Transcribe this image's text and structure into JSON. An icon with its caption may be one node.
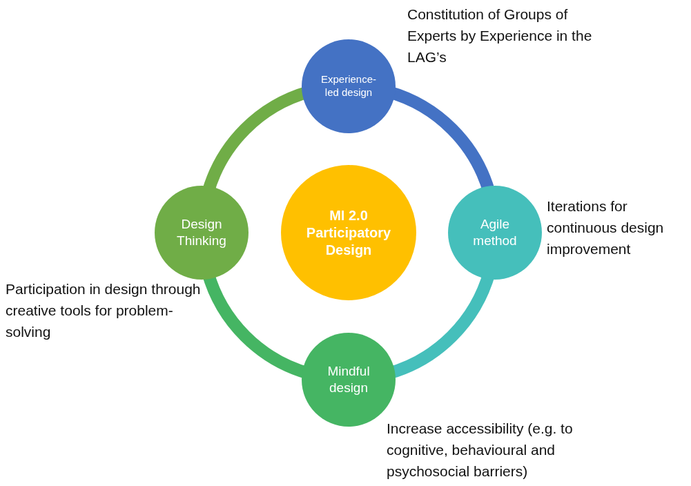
{
  "diagram": {
    "nodes": [
      {
        "text": [
          "MI 2.0 Participatory Design"
        ]
      },
      {
        "text": [
          "Experience-led design"
        ],
        "beside": [
          "Constitution of Groups of Experts by Experience in the LAG’s"
        ]
      },
      {
        "text": [
          "Agile method"
        ],
        "beside": [
          "Iterations for continuous design improvement"
        ]
      },
      {
        "text": [
          "Mindful design"
        ],
        "beside": [
          "Increase accessibility (e.g. to cognitive, behavioural and psychosocial barriers)"
        ]
      },
      {
        "text": [
          "Design Thinking"
        ],
        "beside": [
          "Participation in design through creative tools for problem-solving"
        ]
      }
    ],
    "edges": [
      {
        "from": 1,
        "to": 2,
        "arrow": "none",
        "color": "#4472c4"
      },
      {
        "from": 2,
        "to": 3,
        "arrow": "none",
        "color": "#45bfbb"
      },
      {
        "from": 3,
        "to": 4,
        "arrow": "none",
        "color": "#45b563"
      },
      {
        "from": 4,
        "to": 1,
        "arrow": "none",
        "color": "#70ad47"
      }
    ]
  }
}
